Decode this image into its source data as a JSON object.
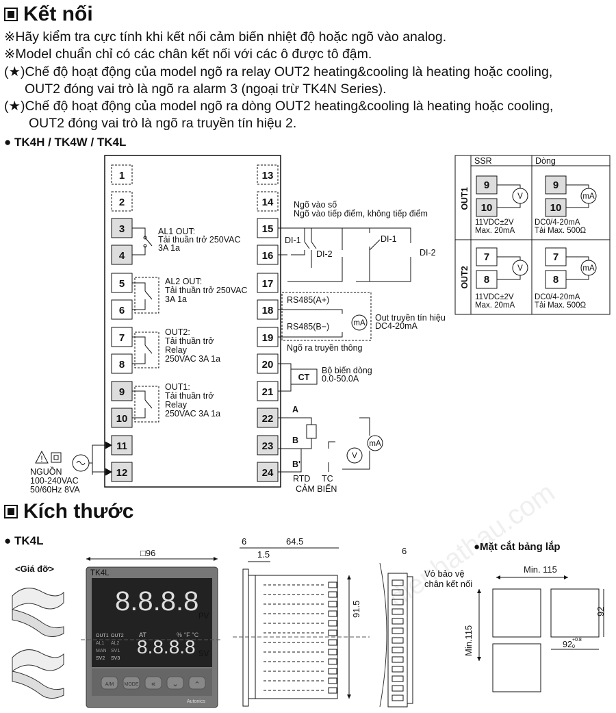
{
  "connection": {
    "title": "Kết nối",
    "notes": [
      "※Hãy kiểm tra cực tính khi kết nối cảm biến nhiệt độ hoặc ngõ vào analog.",
      "※Model chuẩn chỉ có các chân kết nối với các ô được tô đậm.",
      "(★)Chế độ hoạt động của model ngõ ra relay OUT2 heating&cooling là heating hoặc cooling,",
      "OUT2 đóng vai trò là ngõ ra alarm 3 (ngoại trừ TK4N Series).",
      "(★)Chế độ hoạt động của model ngõ ra dòng OUT2 heating&cooling là heating hoặc cooling,",
      "OUT2 đóng vai trò là ngõ ra truyền tín hiệu 2."
    ],
    "model_heading": "● TK4H / TK4W / TK4L",
    "terminals_left": [
      "1",
      "2",
      "3",
      "4",
      "5",
      "6",
      "7",
      "8",
      "9",
      "10",
      "11",
      "12"
    ],
    "terminals_right": [
      "13",
      "14",
      "15",
      "16",
      "17",
      "18",
      "19",
      "20",
      "21",
      "22",
      "23",
      "24"
    ],
    "al1": {
      "title": "AL1 OUT:",
      "line1": "Tải thuần trở 250VAC",
      "line2": "3A 1a"
    },
    "al2": {
      "title": "AL2 OUT:",
      "line1": "Tải thuần trở 250VAC",
      "line2": "3A 1a"
    },
    "out2": {
      "title": "OUT2:",
      "line1": "Tải thuần trở",
      "line2": "Relay",
      "line3": "250VAC 3A 1a"
    },
    "out1": {
      "title": "OUT1:",
      "line1": "Tải thuần trở",
      "line2": "Relay",
      "line3": "250VAC 3A 1a"
    },
    "power": {
      "label": "NGUỒN",
      "voltage": "100-240VAC",
      "freq": "50/60Hz 8VA"
    },
    "digital_input": {
      "title": "Ngõ vào số",
      "subtitle": "Ngõ vào tiếp điểm, không tiếp điểm",
      "di1": "DI-1",
      "di2": "DI-2"
    },
    "comm": {
      "a": "RS485(A+)",
      "b": "RS485(B−)",
      "label": "Ngõ ra truyền thông"
    },
    "transmit": {
      "line1": "Out truyền tín hiệu",
      "line2": "DC4-20mA",
      "ma": "mA"
    },
    "ct": {
      "label": "CT",
      "line1": "Bộ biến dòng",
      "line2": "0.0-50.0A"
    },
    "sensor": {
      "a": "A",
      "b": "B",
      "bp": "B'",
      "rtd": "RTD",
      "tc": "TC",
      "label": "CẢM BIẾN",
      "v": "V",
      "ma": "mA"
    },
    "out_table": {
      "col_ssr": "SSR",
      "col_dong": "Dòng",
      "row1": "OUT1",
      "row2": "OUT2",
      "t9": "9",
      "t10": "10",
      "t7": "7",
      "t8": "8",
      "v": "V",
      "ma": "mA",
      "ssr_spec1": "11VDC±2V",
      "ssr_spec2": "Max. 20mA",
      "dong_spec1": "DC0/4-20mA",
      "dong_spec2": "Tải Max. 500Ω"
    }
  },
  "dimensions": {
    "title": "Kích thước",
    "model": "● TK4L",
    "bracket_label": "<Giá đỡ>",
    "width_label": "□96",
    "d_6": "6",
    "d_645": "64.5",
    "d_15": "1.5",
    "d_915": "91.5",
    "d_6b": "6",
    "cover_label1": "Vỏ bảo vệ",
    "cover_label2": "chân kết nối",
    "panel_title": "●Mặt cắt bảng lắp",
    "min115": "Min. 115",
    "min115v": "Min.115",
    "d92": "92",
    "tol_upper": "+0.8",
    "tol_lower": "0",
    "front": {
      "model": "TK4L",
      "digits_pv": "8.8.8.8",
      "digits_sv": "8.8.8.8",
      "pv": "PV",
      "sv": "SV",
      "at": "AT",
      "ind": [
        "OUT1",
        "OUT2",
        "AL1",
        "AL2",
        "MAN",
        "SV1",
        "SV2",
        "SV3"
      ],
      "units": "%  °F  °C",
      "buttons": [
        "A/M",
        "MODE",
        "«",
        "⌄",
        "⌃"
      ],
      "brand": "Autonics"
    },
    "watermark": "dienhathau.com"
  }
}
